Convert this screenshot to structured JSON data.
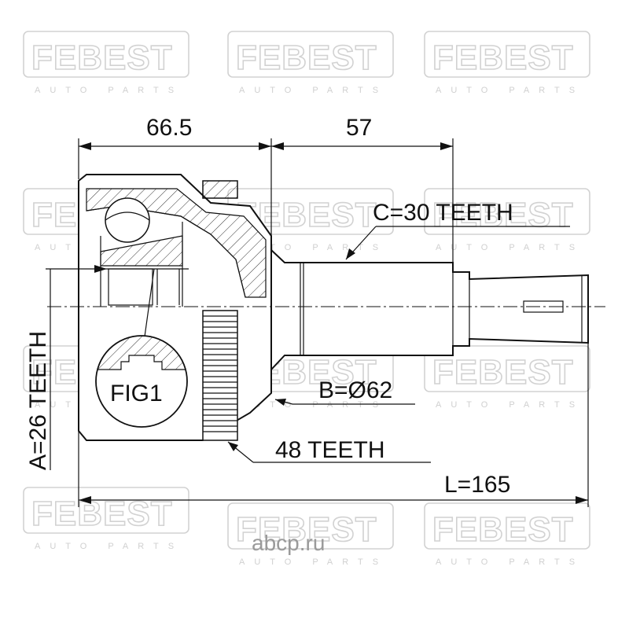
{
  "watermark": {
    "brand": "FEBEST",
    "tagline": "AUTO PARTS"
  },
  "site_logo": "abcp.ru",
  "dimensions": {
    "bell_length": "66.5",
    "shaft_length": "57",
    "total_length": "L=165",
    "outer_teeth": "A=26 TEETH",
    "inner_teeth": "C=30 TEETH",
    "diameter": "B=Ø62",
    "abs_teeth": "48 TEETH"
  },
  "detail": {
    "fig_label": "FIG1"
  }
}
